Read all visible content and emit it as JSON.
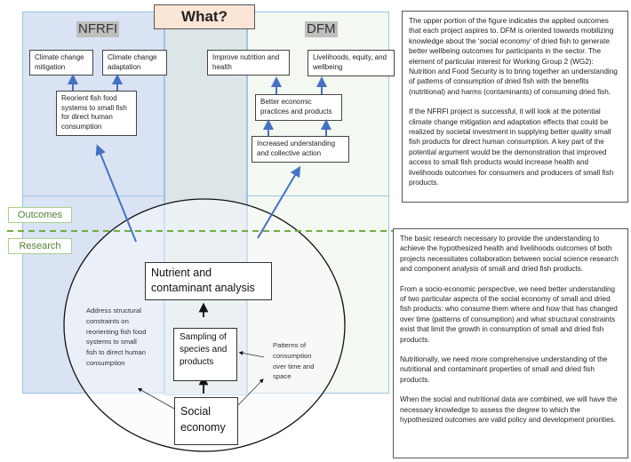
{
  "header": {
    "title": "What?"
  },
  "projects": {
    "nfrfi": {
      "label": "NFRFI",
      "outcomes": [
        "Climate change mitigation",
        "Climate change adaptation"
      ],
      "pathway": "Reorient fish food systems to small fish for direct human consumption"
    },
    "dfm": {
      "label": "DFM",
      "outcomes": [
        "Improve nutrition and health",
        "Livelihoods, equity, and wellbeing"
      ],
      "pathway_upper": "Better economic practices and products",
      "pathway_lower": "Increased understanding and collective action"
    }
  },
  "zones": {
    "outcomes": "Outcomes",
    "research": "Research"
  },
  "research": {
    "nutrient_box": "Nutrient and contaminant analysis",
    "sampling_box": "Sampling of species and products",
    "social_box": "Social economy",
    "left_note": "Address structural constraints on reorienting fish food systems to small fish to direct human consumption",
    "right_note": "Patterns of consumption over time and space"
  },
  "text_top": {
    "paragraphs": [
      "The upper portion of the figure indicates the applied outcomes that each project aspires to. DFM is oriented towards mobilizing knowledge about the ‘social economy’ of dried fish to generate better wellbeing outcomes for participants in the sector. The element of particular interest for Working Group 2 (WG2): Nutrition and Food Security is to bring together an understanding of patterns of consumption of dried fish with the benefits (nutritional) and harms (contaminants) of consuming dried fish.",
      "If the NFRFI project is successful, it will look at the potential climate change mitigation and adaptation effects that could be realized by societal investment in supplying better quality small fish products for direct human consumption. A key part of the potential argument would be the demonstration that improved access to small fish products would increase health and livelihoods outcomes for consumers and producers of small fish products."
    ]
  },
  "text_bottom": {
    "paragraphs": [
      "The basic research necessary to provide the understanding to achieve the hypothesized health and livelihoods outcomes of both projects necessitates collaboration between social science research and component analysis of small and dried fish products.",
      "From a socio-economic perspective, we need better understanding of two particular aspects of the social economy of small and dried fish products: who consume them where and how that has changed over time (patterns of consumption) and what structural constraints exist that limit the growth in consumption of small and dried fish products.",
      "Nutritionally, we need more comprehensive understanding of the nutritional and contaminant properties of small and dried fish products.",
      "When the social and nutritional data are combined, we will have the necessary knowledge to assess the degree to which the hypothesized outcomes are valid policy and development priorities."
    ]
  },
  "colors": {
    "nfrfi_panel": "#dae3f3",
    "dfm_panel": "#f3f8f0",
    "middle_panel": "#dce6e8",
    "what_box": "#fbe5d6",
    "arrow_blue": "#4472c4",
    "divider_green": "#70ad47"
  }
}
